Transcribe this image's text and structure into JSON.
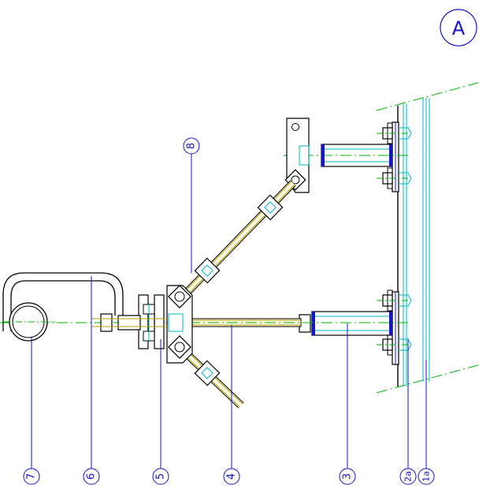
{
  "view_label": "A",
  "balloons": {
    "b7": "7",
    "b6": "6",
    "b5": "5",
    "b4": "4",
    "b3": "3",
    "b2a": "2a",
    "b1a": "1a",
    "b8": "8"
  },
  "colors": {
    "outline": "#000000",
    "annotation": "#1414c8",
    "centerline": "#00b400",
    "hidden": "#00b4c8",
    "rod": "#b4a000",
    "weld": "#1414c8"
  }
}
